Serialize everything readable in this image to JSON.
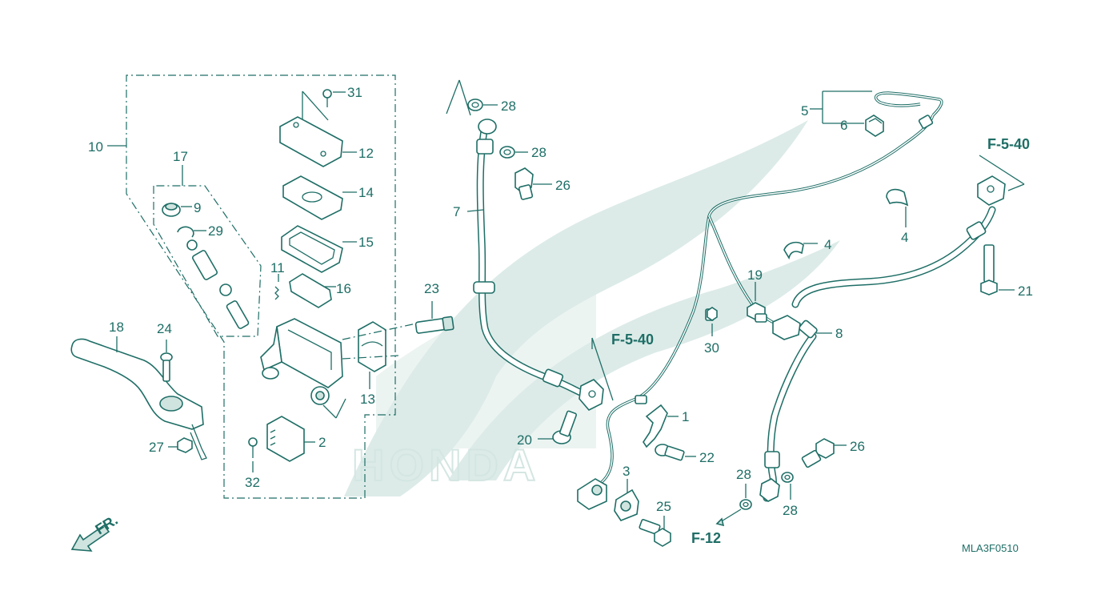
{
  "diagram": {
    "code": "MLA3F0510",
    "watermark": "HONDA",
    "front_label": "FR.",
    "refs": {
      "f540_a": "F-5-40",
      "f540_b": "F-5-40",
      "f12": "F-12"
    },
    "callouts": {
      "c1": "1",
      "c2": "2",
      "c3": "3",
      "c4a": "4",
      "c4b": "4",
      "c5": "5",
      "c6": "6",
      "c7": "7",
      "c8": "8",
      "c9": "9",
      "c10": "10",
      "c11": "11",
      "c12": "12",
      "c13": "13",
      "c14": "14",
      "c15": "15",
      "c16": "16",
      "c17": "17",
      "c18": "18",
      "c19": "19",
      "c20": "20",
      "c21": "21",
      "c22": "22",
      "c23": "23",
      "c24": "24",
      "c25": "25",
      "c26a": "26",
      "c26b": "26",
      "c27": "27",
      "c28a": "28",
      "c28b": "28",
      "c28c": "28",
      "c28d": "28",
      "c29": "29",
      "c30": "30",
      "c31": "31",
      "c32": "32"
    }
  }
}
